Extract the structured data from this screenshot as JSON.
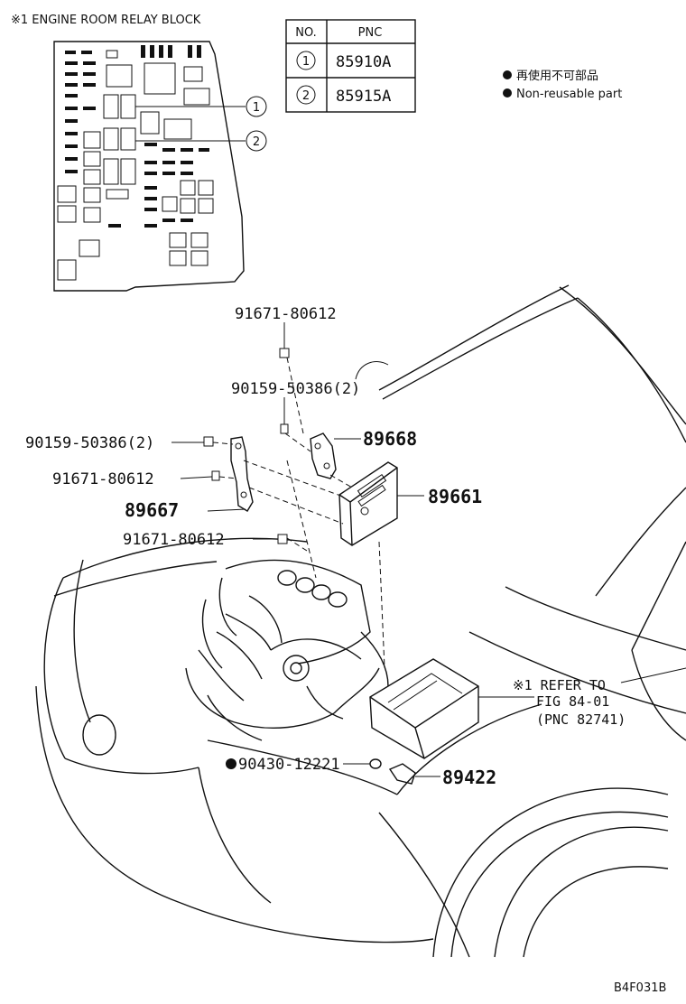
{
  "relay_block": {
    "title": "※1  ENGINE ROOM RELAY BLOCK",
    "callouts": [
      "1",
      "2"
    ]
  },
  "pnc_table": {
    "headers": [
      "NO.",
      "PNC"
    ],
    "rows": [
      {
        "no": "1",
        "pnc": "85910A"
      },
      {
        "no": "2",
        "pnc": "85915A"
      }
    ]
  },
  "legend": [
    {
      "text": "再使用不可部品"
    },
    {
      "text": "Non-reusable part"
    }
  ],
  "parts": {
    "p1": "91671-80612",
    "p2": "90159-50386(2)",
    "p3": "89668",
    "p4": "90159-50386(2)",
    "p5": "91671-80612",
    "p6": "89661",
    "p7": "89667",
    "p8": "91671-80612",
    "p9": "90430-12221",
    "p10": "89422"
  },
  "refer": {
    "line1": "※1 REFER TO",
    "line2": "FIG 84-01",
    "line3": "(PNC 82741)"
  },
  "figure_code": "B4F031B"
}
